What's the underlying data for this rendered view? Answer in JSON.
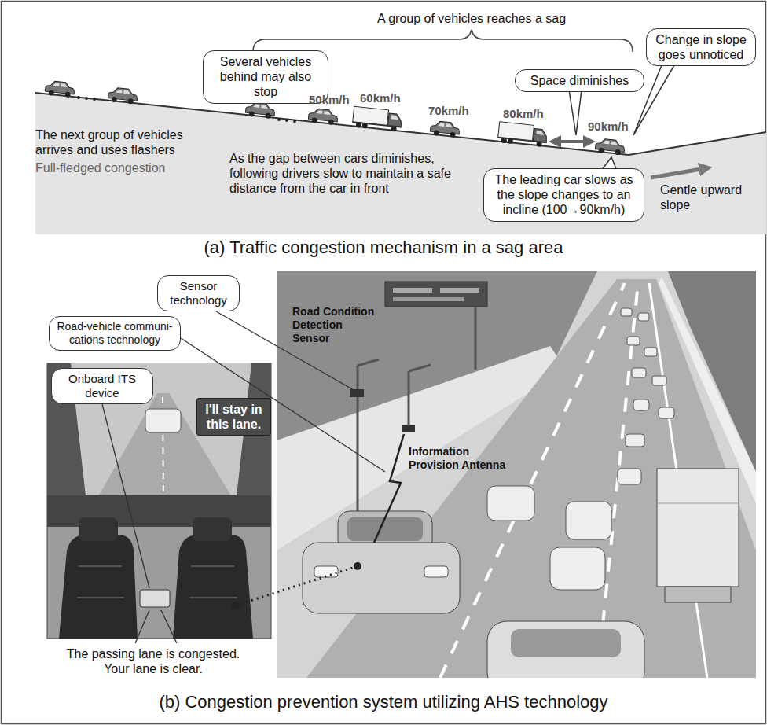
{
  "diagram": {
    "nodes": [
      {
        "text": [
          "Several vehicles behind may also stop"
        ]
      },
      {
        "text": [
          "Space diminishes"
        ]
      },
      {
        "text": [
          "Change in slope goes unnoticed"
        ]
      },
      {
        "text": [
          "The leading car slows as the slope changes to an incline (100→90km/h)"
        ]
      },
      {
        "text": [
          "Sensor technology"
        ]
      },
      {
        "text": [
          "Road-vehicle communi- cations technology"
        ]
      },
      {
        "text": [
          "Onboard ITS device"
        ]
      },
      {
        "text": [
          "I'll stay in this lane."
        ]
      }
    ],
    "labels": [
      "A group of vehicles reaches a sag",
      "The next group of vehicles arrives and uses flashers",
      "Full-fledged congestion",
      "50km/h",
      "60km/h",
      "70km/h",
      "80km/h",
      "90km/h",
      "As the gap between cars diminishes, following drivers slow to maintain a safe distance from the car in front",
      "Gentle upward slope",
      "(a) Traffic congestion mechanism in a sag area",
      "Road Condition Detection Sensor",
      "Information Provision Antenna",
      "The passing lane is congested. Your lane is clear.",
      "(b) Congestion prevention system utilizing AHS technology"
    ]
  }
}
